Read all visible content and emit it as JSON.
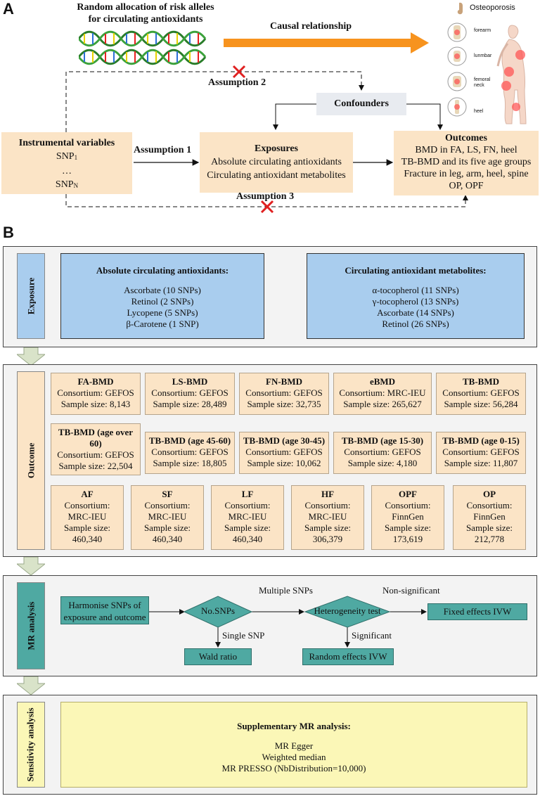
{
  "panel_a": {
    "label": "A",
    "allele_title": [
      "Random allocation of risk alleles",
      "for circulating antioxidants"
    ],
    "causal": "Causal relationship",
    "osteoporosis": "Osteoporosis",
    "sites": [
      "forearm",
      "lunmbar",
      "femoral neck",
      "heel"
    ],
    "assumption1": "Assumption 1",
    "assumption2": "Assumption 2",
    "assumption3": "Assumption 3",
    "confounders": "Confounders",
    "iv": {
      "title": "Instrumental variables",
      "snp1": "SNP",
      "sub1": "1",
      "dots": "…",
      "snpn": "SNP",
      "subn": "N"
    },
    "exposures": {
      "title": "Exposures",
      "lines": [
        "Absolute circulating antioxidants",
        "Circulating antioxidant metabolites"
      ]
    },
    "outcomes": {
      "title": "Outcomes",
      "lines": [
        "BMD in FA, LS, FN, heel",
        "TB-BMD and its five age groups",
        "Fracture in leg, arm, heel, spine",
        "OP, OPF"
      ]
    }
  },
  "panel_b": {
    "label": "B",
    "exposure": {
      "label": "Exposure",
      "absolute": {
        "title": "Absolute circulating antioxidants:",
        "items": [
          "Ascorbate (10 SNPs)",
          "Retinol (2 SNPs)",
          "Lycopene (5 SNPs)",
          "β-Carotene (1 SNP)"
        ]
      },
      "metabolites": {
        "title": "Circulating antioxidant metabolites:",
        "items": [
          "α-tocopherol (11 SNPs)",
          "γ-tocopherol (13 SNPs)",
          "Ascorbate (14 SNPs)",
          "Retinol (26 SNPs)"
        ]
      }
    },
    "outcome": {
      "label": "Outcome",
      "row1": [
        {
          "title": "FA-BMD",
          "consortium": "Consortium: GEFOS",
          "sample": "Sample size: 8,143"
        },
        {
          "title": "LS-BMD",
          "consortium": "Consortium: GEFOS",
          "sample": "Sample size: 28,489"
        },
        {
          "title": "FN-BMD",
          "consortium": "Consortium: GEFOS",
          "sample": "Sample size: 32,735"
        },
        {
          "title": "eBMD",
          "consortium": "Consortium: MRC-IEU",
          "sample": "Sample size: 265,627"
        },
        {
          "title": "TB-BMD",
          "consortium": "Consortium: GEFOS",
          "sample": "Sample size: 56,284"
        }
      ],
      "row2": [
        {
          "title": "TB-BMD (age over 60)",
          "consortium": "Consortium: GEFOS",
          "sample": "Sample size: 22,504"
        },
        {
          "title": "TB-BMD (age 45-60)",
          "consortium": "Consortium: GEFOS",
          "sample": "Sample size: 18,805"
        },
        {
          "title": "TB-BMD (age 30-45)",
          "consortium": "Consortium: GEFOS",
          "sample": "Sample size: 10,062"
        },
        {
          "title": "TB-BMD (age 15-30)",
          "consortium": "Consortium: GEFOS",
          "sample": "Sample size: 4,180"
        },
        {
          "title": "TB-BMD (age 0-15)",
          "consortium": "Consortium: GEFOS",
          "sample": "Sample size: 11,807"
        }
      ],
      "row3": [
        {
          "title": "AF",
          "l1": "Consortium:",
          "l2": "MRC-IEU",
          "l3": "Sample size:",
          "l4": "460,340"
        },
        {
          "title": "SF",
          "l1": "Consortium:",
          "l2": "MRC-IEU",
          "l3": "Sample size:",
          "l4": "460,340"
        },
        {
          "title": "LF",
          "l1": "Consortium:",
          "l2": "MRC-IEU",
          "l3": "Sample size:",
          "l4": "460,340"
        },
        {
          "title": "HF",
          "l1": "Consortium:",
          "l2": "MRC-IEU",
          "l3": "Sample size:",
          "l4": "306,379"
        },
        {
          "title": "OPF",
          "l1": "Consortium:",
          "l2": "FinnGen",
          "l3": "Sample size:",
          "l4": "173,619"
        },
        {
          "title": "OP",
          "l1": "Consortium:",
          "l2": "FinnGen",
          "l3": "Sample size:",
          "l4": "212,778"
        }
      ]
    },
    "mr": {
      "label": "MR analysis",
      "harmonise": [
        "Harmonise SNPs of",
        "exposure and outcome"
      ],
      "nosnps": "No.SNPs",
      "multiple": "Multiple SNPs",
      "single": "Single SNP",
      "wald": "Wald ratio",
      "hetero": "Heterogeneity test",
      "nonsig": "Non-significant",
      "sig": "Significant",
      "fixed": "Fixed effects IVW",
      "random": "Random effects IVW"
    },
    "sensitivity": {
      "label": "Sensitivity analysis",
      "title": "Supplementary MR analysis:",
      "items": [
        "MR Egger",
        "Weighted median",
        "MR PRESSO (NbDistribution=10,000)"
      ]
    }
  },
  "colors": {
    "peach": "#fbe4c6",
    "blue": "#a9cdee",
    "teal": "#4fa9a2",
    "yellow": "#fbf7b7",
    "orange": "#f7931e",
    "red": "#e02020",
    "arrow_panel": "#d9e3c9"
  }
}
